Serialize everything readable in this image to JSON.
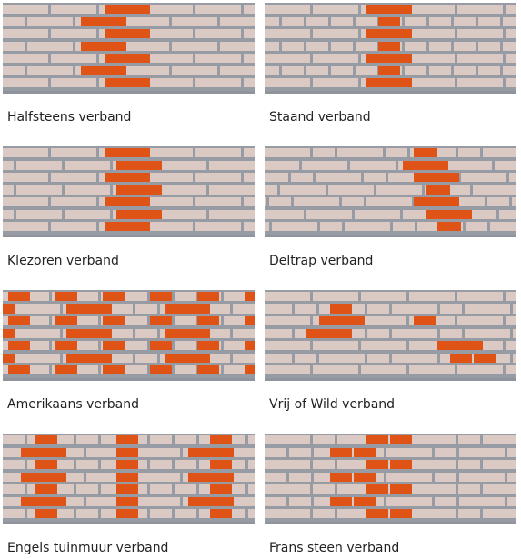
{
  "colors": {
    "mortar": "#979ca4",
    "brick": "#dbcac3",
    "accent": "#df5316"
  },
  "bonds": [
    {
      "id": "halfsteens",
      "label": "Halfsteens verband"
    },
    {
      "id": "staand",
      "label": "Staand verband"
    },
    {
      "id": "klezoren",
      "label": "Klezoren verband"
    },
    {
      "id": "deltrap",
      "label": "Deltrap verband"
    },
    {
      "id": "amerikaans",
      "label": "Amerikaans verband"
    },
    {
      "id": "vrij",
      "label": "Vrij of Wild verband"
    },
    {
      "id": "engels-tuinmuur",
      "label": "Engels tuinmuur verband"
    },
    {
      "id": "frans",
      "label": "Frans steen verband"
    }
  ]
}
